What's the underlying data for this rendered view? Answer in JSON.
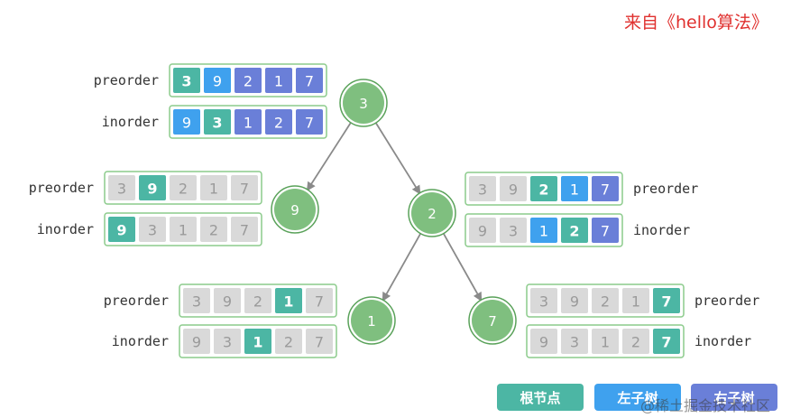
{
  "credit": "来自《hello算法》",
  "colors": {
    "root": "#4cb6a4",
    "left": "#3fa1ee",
    "right": "#6a7fd8",
    "inactive_fill": "#d9d9d9",
    "inactive_text": "#9a9a9a",
    "node_fill": "#7fbf7f",
    "node_border": "#5aa25a",
    "box_border": "#8ccb8c"
  },
  "nodes": [
    {
      "id": "n3",
      "label": "3"
    },
    {
      "id": "n9",
      "label": "9"
    },
    {
      "id": "n2",
      "label": "2"
    },
    {
      "id": "n1",
      "label": "1"
    },
    {
      "id": "n7",
      "label": "7"
    }
  ],
  "edges": [
    {
      "from": "n3",
      "to": "n9"
    },
    {
      "from": "n3",
      "to": "n2"
    },
    {
      "from": "n2",
      "to": "n1"
    },
    {
      "from": "n2",
      "to": "n7"
    }
  ],
  "arrays": [
    {
      "id": "p3",
      "label": "preorder",
      "values": [
        "3",
        "9",
        "2",
        "1",
        "7"
      ],
      "roles": [
        "root",
        "left",
        "right",
        "right",
        "right"
      ]
    },
    {
      "id": "i3",
      "label": "inorder",
      "values": [
        "9",
        "3",
        "1",
        "2",
        "7"
      ],
      "roles": [
        "left",
        "root",
        "right",
        "right",
        "right"
      ]
    },
    {
      "id": "p9",
      "label": "preorder",
      "values": [
        "3",
        "9",
        "2",
        "1",
        "7"
      ],
      "roles": [
        "inactive",
        "root",
        "inactive",
        "inactive",
        "inactive"
      ]
    },
    {
      "id": "i9",
      "label": "inorder",
      "values": [
        "9",
        "3",
        "1",
        "2",
        "7"
      ],
      "roles": [
        "root",
        "inactive",
        "inactive",
        "inactive",
        "inactive"
      ]
    },
    {
      "id": "p2",
      "label": "preorder",
      "values": [
        "3",
        "9",
        "2",
        "1",
        "7"
      ],
      "roles": [
        "inactive",
        "inactive",
        "root",
        "left",
        "right"
      ]
    },
    {
      "id": "i2",
      "label": "inorder",
      "values": [
        "9",
        "3",
        "1",
        "2",
        "7"
      ],
      "roles": [
        "inactive",
        "inactive",
        "left",
        "root",
        "right"
      ]
    },
    {
      "id": "p1",
      "label": "preorder",
      "values": [
        "3",
        "9",
        "2",
        "1",
        "7"
      ],
      "roles": [
        "inactive",
        "inactive",
        "inactive",
        "root",
        "inactive"
      ]
    },
    {
      "id": "i1",
      "label": "inorder",
      "values": [
        "9",
        "3",
        "1",
        "2",
        "7"
      ],
      "roles": [
        "inactive",
        "inactive",
        "root",
        "inactive",
        "inactive"
      ]
    },
    {
      "id": "p7",
      "label": "preorder",
      "values": [
        "3",
        "9",
        "2",
        "1",
        "7"
      ],
      "roles": [
        "inactive",
        "inactive",
        "inactive",
        "inactive",
        "root"
      ]
    },
    {
      "id": "i7",
      "label": "inorder",
      "values": [
        "9",
        "3",
        "1",
        "2",
        "7"
      ],
      "roles": [
        "inactive",
        "inactive",
        "inactive",
        "inactive",
        "root"
      ]
    }
  ],
  "legend": {
    "root": "根节点",
    "left": "左子树",
    "right": "右子树"
  },
  "watermark": "@稀土掘金技术社区"
}
